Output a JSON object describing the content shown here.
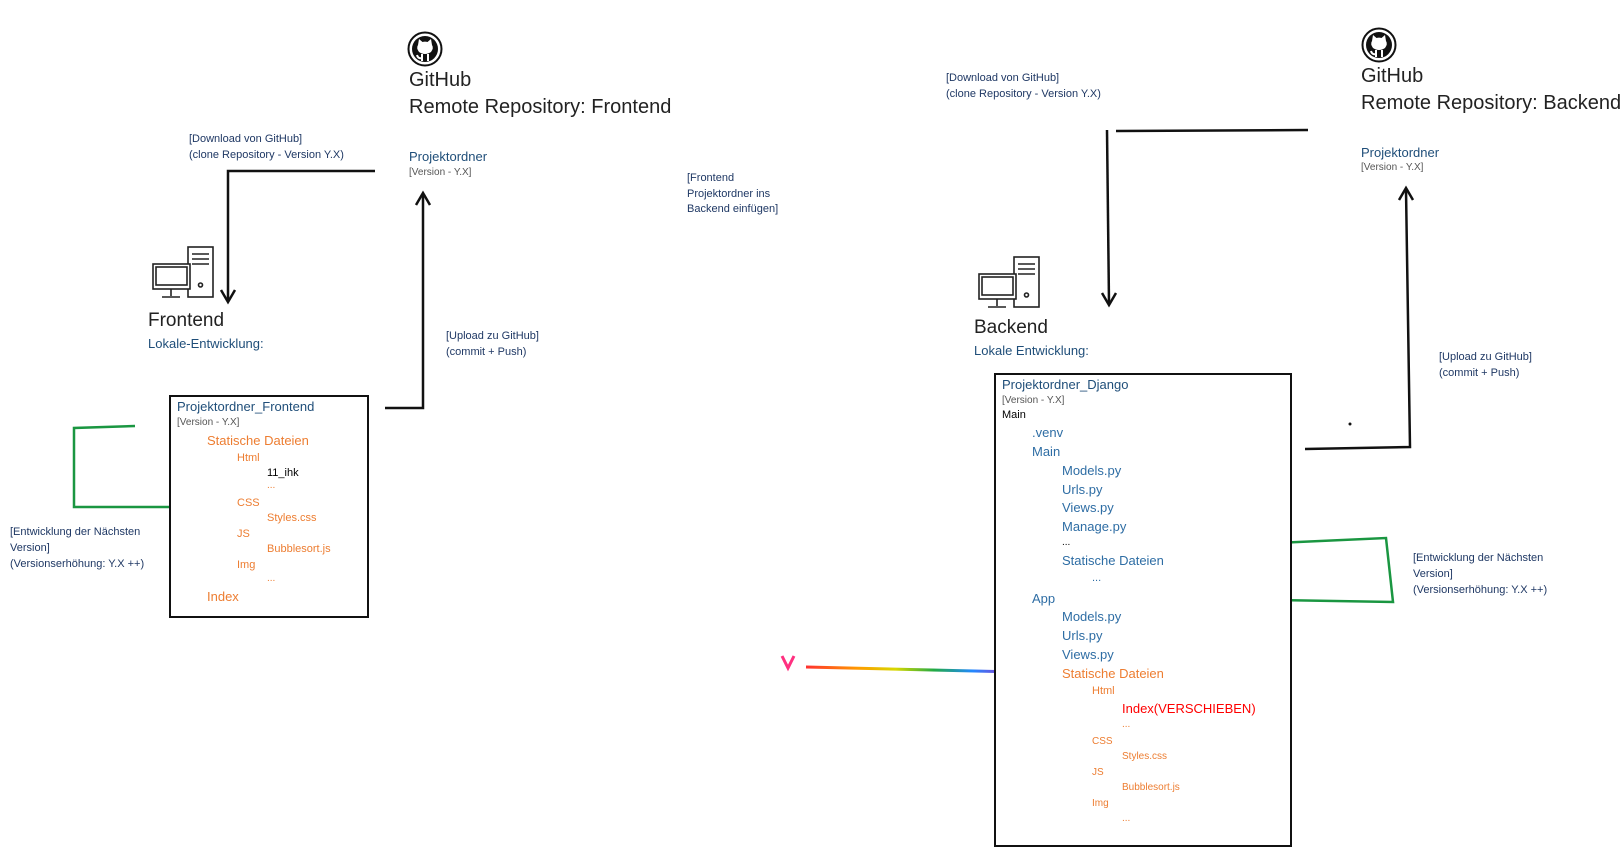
{
  "github_frontend": {
    "icon": "github-icon",
    "line1": "GitHub",
    "line2": "Remote Repository: Frontend",
    "folder": "Projektordner",
    "version": "[Version - Y.X]"
  },
  "github_backend": {
    "icon": "github-icon",
    "line1": "GitHub",
    "line2": "Remote Repository: Backend",
    "folder": "Projektordner",
    "version": "[Version - Y.X]"
  },
  "notes": {
    "download_frontend": [
      "[Download von GitHub]",
      "(clone Repository - Version Y.X)"
    ],
    "download_backend": [
      "[Download von GitHub]",
      "(clone Repository - Version Y.X)"
    ],
    "upload_frontend": [
      "[Upload zu GitHub]",
      "(commit + Push)"
    ],
    "upload_backend": [
      "[Upload zu GitHub]",
      "(commit + Push)"
    ],
    "insert_frontend": [
      "[Frontend",
      "Projektordner ins",
      "Backend einfügen]"
    ],
    "dev_frontend": [
      "[Entwicklung der Nächsten",
      "Version]",
      "(Versionserhöhung: Y.X ++)"
    ],
    "dev_backend": [
      "[Entwicklung der Nächsten",
      "Version]",
      "(Versionserhöhung: Y.X ++)"
    ]
  },
  "frontend_station": {
    "icon": "computer-icon",
    "title": "Frontend",
    "subtitle": "Lokale-Entwicklung:"
  },
  "backend_station": {
    "icon": "computer-icon",
    "title": "Backend",
    "subtitle": "Lokale Entwicklung:"
  },
  "frontend_box": {
    "folder": "Projektordner_Frontend",
    "version": "[Version - Y.X]",
    "items": [
      "Statische Dateien",
      "Html",
      "11_ihk",
      "...",
      "CSS",
      "Styles.css",
      "JS",
      "Bubblesort.js",
      "Img",
      "...",
      "Index"
    ]
  },
  "backend_box": {
    "folder": "Projektordner_Django",
    "version": "[Version - Y.X]",
    "main_label": "Main",
    "items": [
      ".venv",
      "Main",
      "Models.py",
      "Urls.py",
      "Views.py",
      "Manage.py",
      "...",
      "Statische Dateien",
      "...",
      "App",
      "Models.py",
      "Urls.py",
      "Views.py",
      "Statische Dateien",
      "Html",
      "Index(VERSCHIEBEN)",
      "...",
      "CSS",
      "Styles.css",
      "JS",
      "Bubblesort.js",
      "Img",
      "..."
    ]
  },
  "colors": {
    "arrow_black": "#111111",
    "arrow_green": "#1a9641",
    "text_blue": "#1f4e79",
    "text_orange": "#ed7d31",
    "text_red": "#ff0000"
  }
}
